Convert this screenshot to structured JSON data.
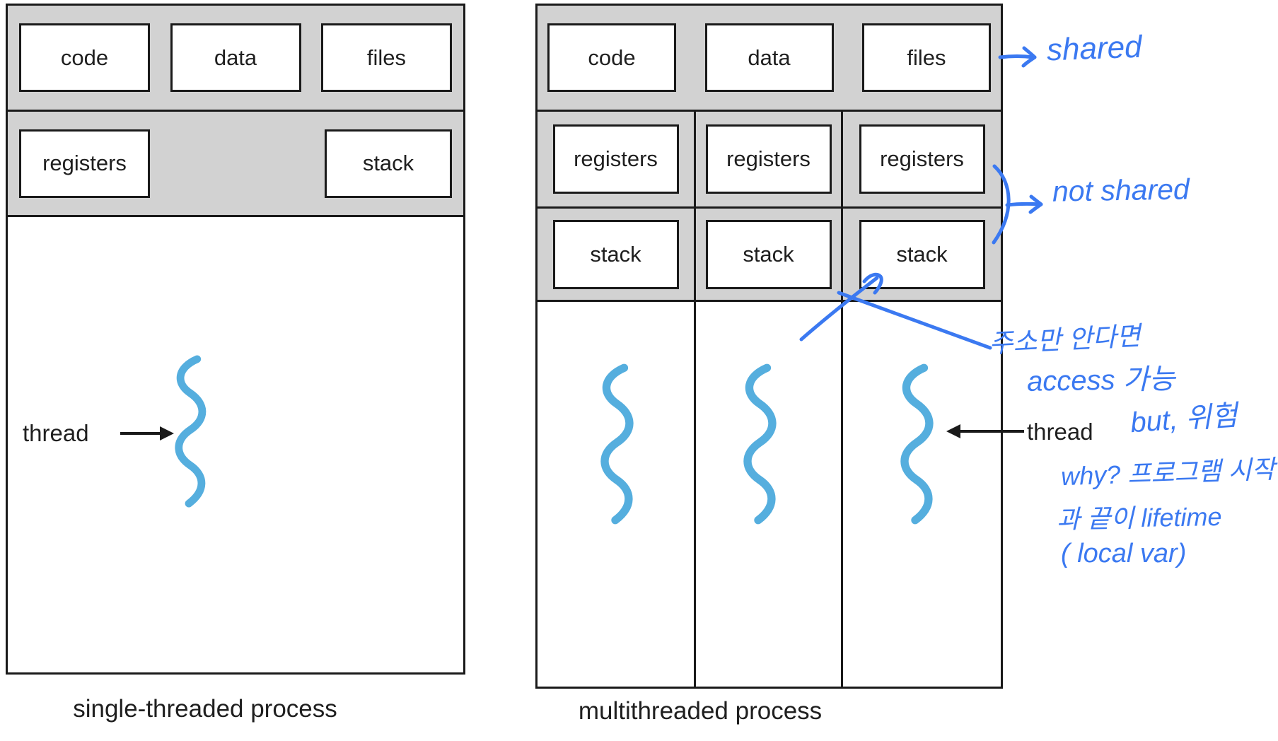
{
  "single_process": {
    "caption": "single-threaded process",
    "boxes": {
      "code": "code",
      "data": "data",
      "files": "files",
      "registers": "registers",
      "stack": "stack"
    },
    "thread_label": "thread"
  },
  "multi_process": {
    "caption": "multithreaded process",
    "boxes": {
      "code": "code",
      "data": "data",
      "files": "files"
    },
    "columns": [
      {
        "registers": "registers",
        "stack": "stack"
      },
      {
        "registers": "registers",
        "stack": "stack"
      },
      {
        "registers": "registers",
        "stack": "stack"
      }
    ],
    "thread_label": "thread"
  },
  "annotations": {
    "shared": "shared",
    "not_shared": "not shared",
    "note_line1": "주소만 안다면",
    "note_line2": "access 가능",
    "note_line3": "but, 위험",
    "note_line4": "why? 프로그램 시작",
    "note_line5": "과 끝이 lifetime",
    "note_line6": "( local var)"
  },
  "colors": {
    "ink_blue": "#3b79f1",
    "thread_blue": "#55aede",
    "panel_gray": "#d2d2d2",
    "line_black": "#1a1a1a"
  }
}
